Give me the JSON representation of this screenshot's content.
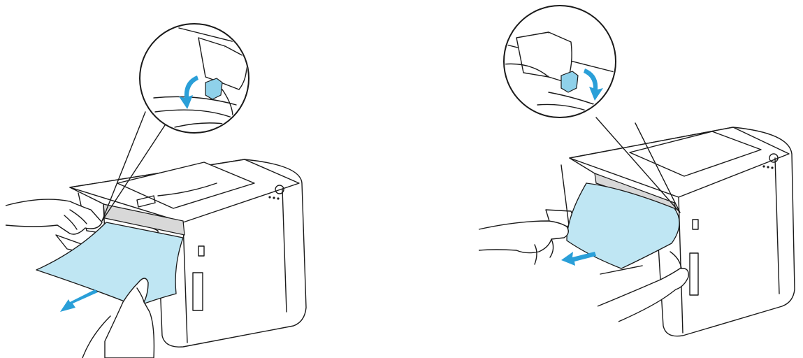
{
  "colors": {
    "paper": "#bfe6f3",
    "arrow": "#2a9fd8",
    "lever": "#8fd1ea",
    "outline": "#1a1a1a",
    "background": "#ffffff"
  },
  "panels": [
    {
      "icon": "printer-front-paper-pull-illustration",
      "arrow_direction": "down-left"
    },
    {
      "icon": "printer-front-paper-pull-illustration",
      "arrow_direction": "left"
    }
  ],
  "callouts": [
    {
      "icon": "release-lever-magnifier",
      "arrow": "curved-down-left"
    },
    {
      "icon": "release-lever-magnifier",
      "arrow": "curved-down-right"
    }
  ]
}
